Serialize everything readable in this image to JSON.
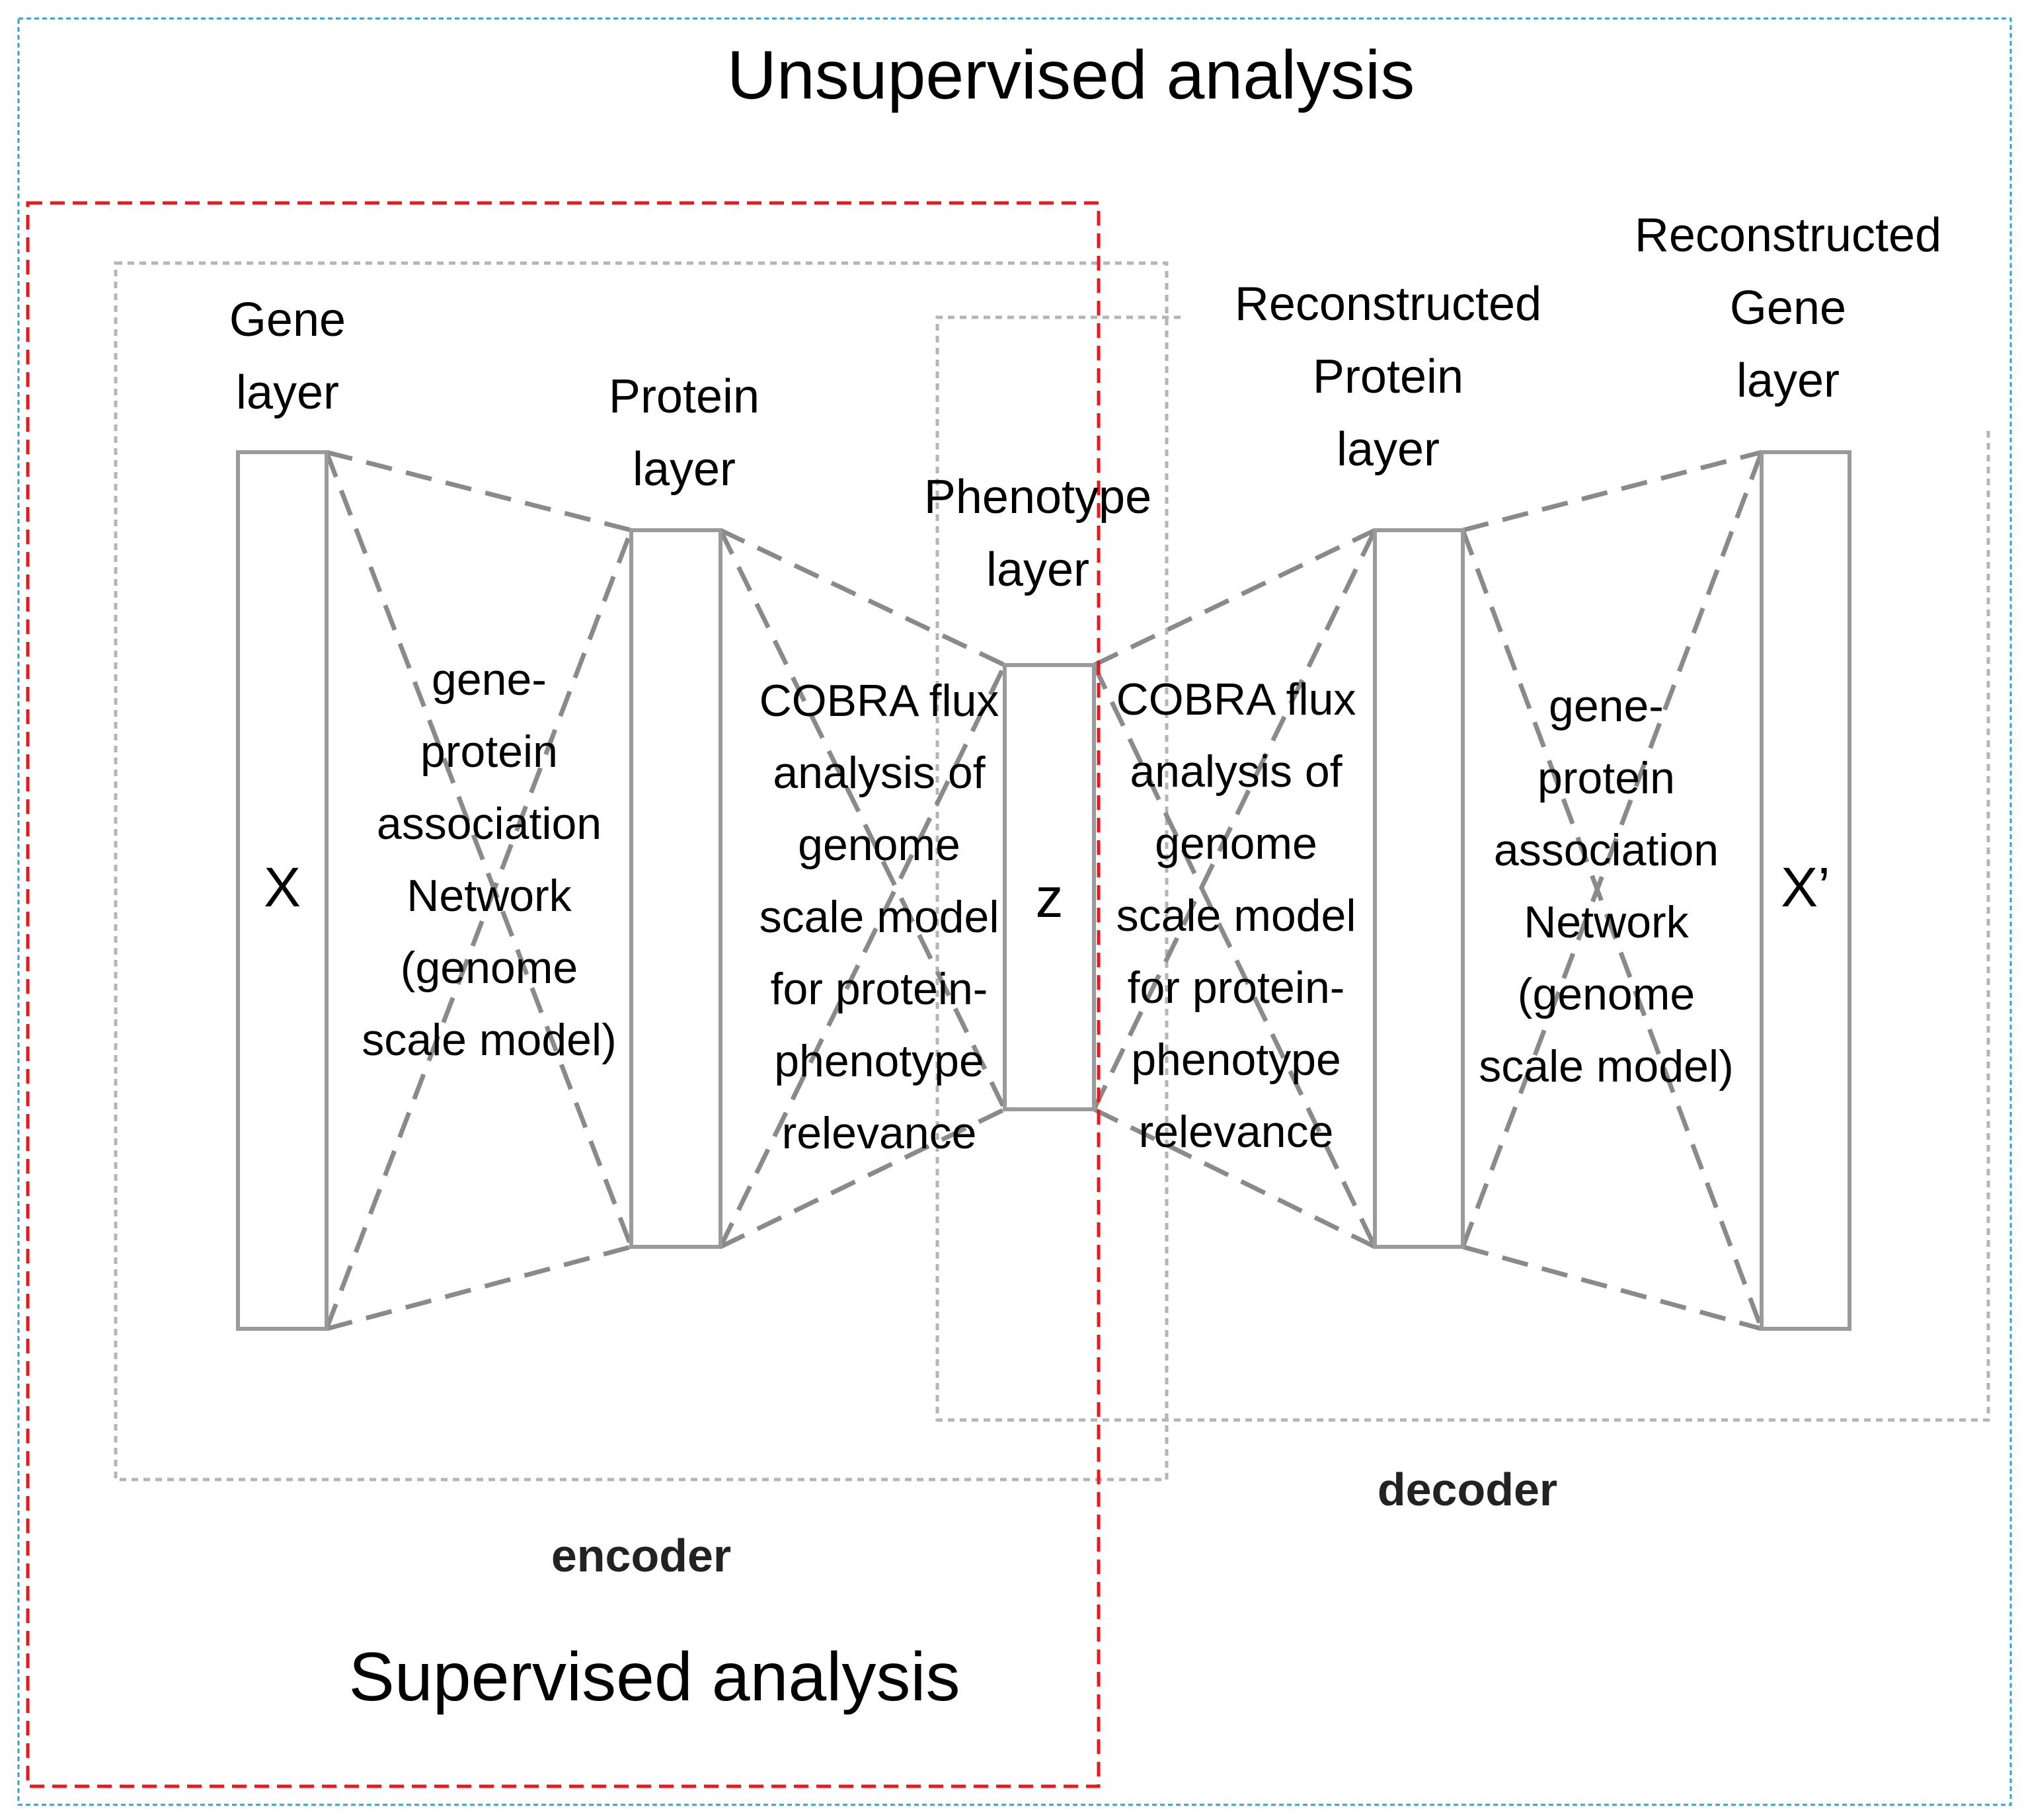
{
  "title": "Unsupervised analysis",
  "supervised_label": "Supervised analysis",
  "encoder_label": "encoder",
  "decoder_label": "decoder",
  "layers": {
    "gene": "Gene\nlayer",
    "protein": "Protein\nlayer",
    "phenotype": "Phenotype\nlayer",
    "reconstructed_protein": "Reconstructed\nProtein\nlayer",
    "reconstructed_gene": "Reconstructed\nGene\nlayer"
  },
  "nodes": {
    "x": "X",
    "z": "z",
    "x_prime": "X’"
  },
  "annotations": {
    "gpr_left": "gene-\nprotein\nassociation\nNetwork\n(genome\nscale model)",
    "cobra_left": "COBRA flux\nanalysis of\ngenome\nscale model\nfor protein-\nphenotype\nrelevance",
    "cobra_right": "COBRA flux\nanalysis of\ngenome\nscale model\nfor protein-\nphenotype\nrelevance",
    "gpr_right": "gene-\nprotein\nassociation\nNetwork\n(genome\nscale model)"
  },
  "colors": {
    "unsupervised_border": "#2aa3d6",
    "supervised_border": "#e8181e",
    "group_border": "#b5b5b5",
    "edge": "#8a8a8a",
    "layer_border": "#9a9a9a"
  }
}
